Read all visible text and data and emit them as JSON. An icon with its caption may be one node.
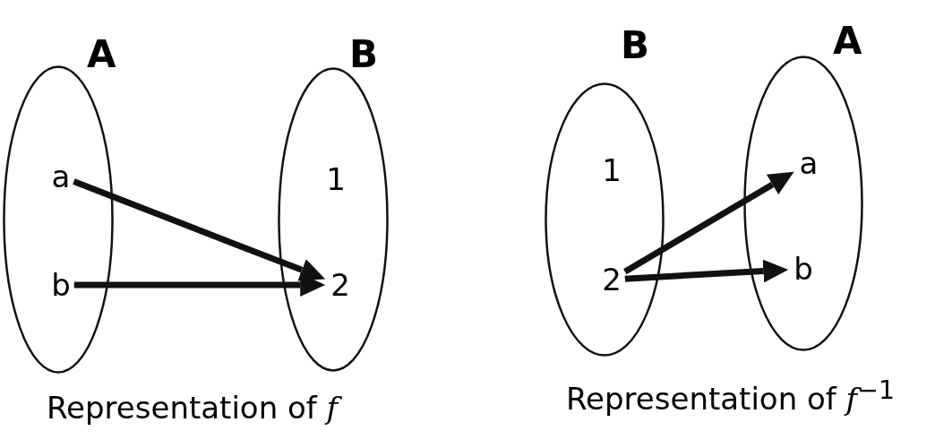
{
  "diagram": {
    "nodes": [
      {
        "text": [
          "A"
        ]
      },
      {
        "text": [
          "a"
        ],
        "in": 0
      },
      {
        "text": [
          "b"
        ],
        "in": 0
      },
      {
        "text": [
          "B"
        ]
      },
      {
        "text": [
          "1"
        ],
        "in": 3
      },
      {
        "text": [
          "2"
        ],
        "in": 3
      },
      {
        "text": [
          "B"
        ]
      },
      {
        "text": [
          "1"
        ],
        "in": 6
      },
      {
        "text": [
          "2"
        ],
        "in": 6
      },
      {
        "text": [
          "A"
        ]
      },
      {
        "text": [
          "a"
        ],
        "in": 9
      },
      {
        "text": [
          "b"
        ],
        "in": 9
      }
    ],
    "edges": [
      {
        "from": 1,
        "to": 5,
        "arrow": "to"
      },
      {
        "from": 2,
        "to": 5,
        "arrow": "to"
      },
      {
        "from": 8,
        "to": 10,
        "arrow": "to"
      },
      {
        "from": 8,
        "to": 11,
        "arrow": "to"
      }
    ],
    "labels": [
      "Representation of *f*",
      "Representation of *f*$^{−1}$"
    ]
  }
}
